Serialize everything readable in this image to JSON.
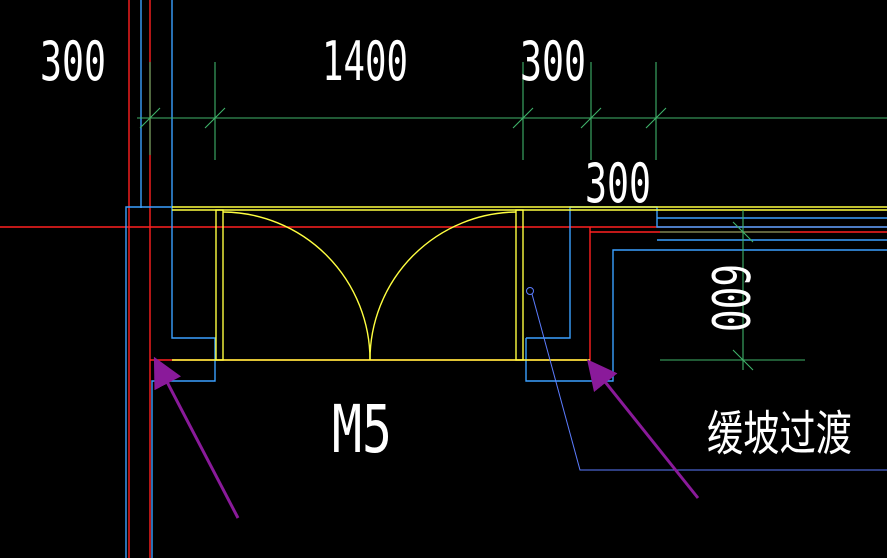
{
  "drawing": {
    "dimensions": {
      "dim_300_left": "300",
      "dim_1400": "1400",
      "dim_300_mid": "300",
      "dim_300_right": "300",
      "dim_600": "600"
    },
    "labels": {
      "door_tag": "M5",
      "ramp_note": "缓坡过渡"
    }
  },
  "colors": {
    "background": "#000000",
    "wall_blue": "#3aa0ff",
    "axis_red": "#ff2020",
    "door_yellow": "#ffff40",
    "dim_green": "#3fb36a",
    "arrow_purple": "#8a1a9a",
    "text_white": "#ffffff",
    "leader_blue": "#5c7cff"
  }
}
